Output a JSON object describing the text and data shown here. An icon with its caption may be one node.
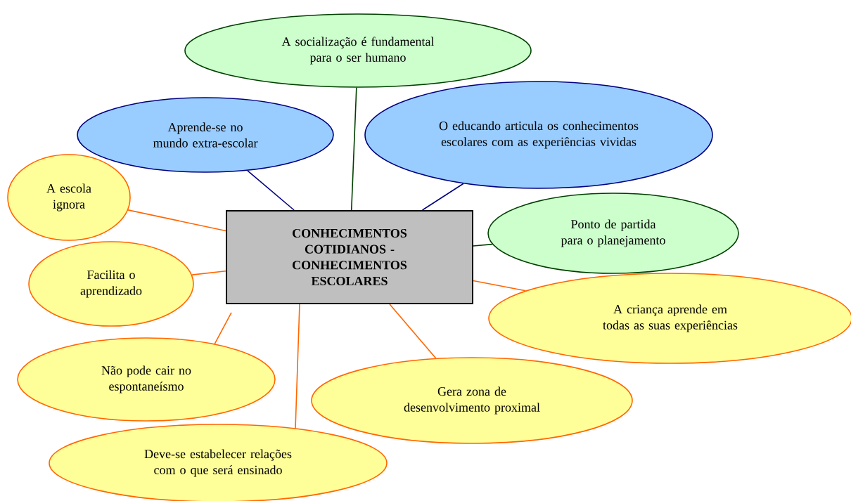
{
  "diagram": {
    "nodes": [
      {
        "text": [
          "CONHECIMENTOS COTIDIANOS - CONHECIMENTOS ESCOLARES"
        ]
      },
      {
        "text": [
          "A socialização é fundamental para o ser humano"
        ]
      },
      {
        "text": [
          "Aprende-se no mundo extra-escolar"
        ]
      },
      {
        "text": [
          "O educando articula os conhecimentos escolares com as experiências vividas"
        ]
      },
      {
        "text": [
          "A escola ignora"
        ]
      },
      {
        "text": [
          "Ponto de partida para o planejamento"
        ]
      },
      {
        "text": [
          "Facilita o aprendizado"
        ]
      },
      {
        "text": [
          "A criança aprende em todas as suas experiências"
        ]
      },
      {
        "text": [
          "Não pode cair no espontaneísmo"
        ]
      },
      {
        "text": [
          "Gera zona de desenvolvimento proximal"
        ]
      },
      {
        "text": [
          "Deve-se estabelecer relações com o que será ensinado"
        ]
      }
    ],
    "edges": [
      {
        "from": 0,
        "to": 1,
        "arrow": "none",
        "color": "#004000"
      },
      {
        "from": 0,
        "to": 2,
        "arrow": "none",
        "color": "#000080"
      },
      {
        "from": 0,
        "to": 3,
        "arrow": "none",
        "color": "#000080"
      },
      {
        "from": 0,
        "to": 4,
        "arrow": "none"
      },
      {
        "from": 0,
        "to": 5,
        "arrow": "none",
        "color": "#004000"
      },
      {
        "from": 0,
        "to": 6,
        "arrow": "none"
      },
      {
        "from": 0,
        "to": 7,
        "arrow": "none"
      },
      {
        "from": 0,
        "to": 8,
        "arrow": "none"
      },
      {
        "from": 0,
        "to": 9,
        "arrow": "none"
      },
      {
        "from": 0,
        "to": 10,
        "arrow": "none"
      }
    ]
  }
}
